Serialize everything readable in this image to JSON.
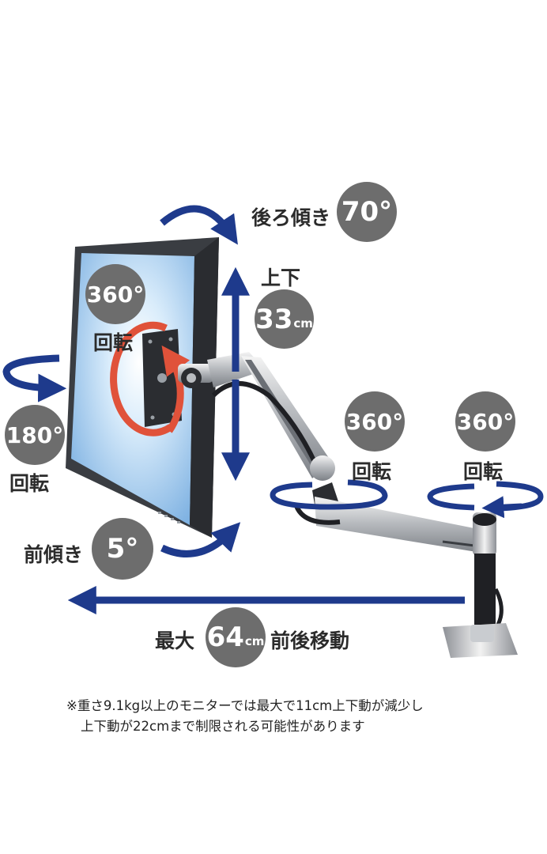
{
  "colors": {
    "arrow": "#1e3a8c",
    "badge": "#6d6d6d",
    "rotate_circle": "#e0523a",
    "monitor_bezel": "#3a3d42",
    "screen": "#bcd8f0"
  },
  "tilt_back": {
    "label": "後ろ傾き",
    "value": "70°"
  },
  "vertical": {
    "label": "上下",
    "value": "33",
    "unit": "cm"
  },
  "screen_rotate": {
    "value": "360°",
    "label": "回転"
  },
  "side_rotate": {
    "value": "180°",
    "label": "回転"
  },
  "arm_rotate": {
    "value": "360°",
    "label": "回転"
  },
  "pole_rotate": {
    "value": "360°",
    "label": "回転"
  },
  "tilt_forward": {
    "label": "前傾き",
    "value": "5°"
  },
  "depth": {
    "prefix": "最大",
    "value": "64",
    "unit": "cm",
    "suffix": "前後移動"
  },
  "note": {
    "line1": "※重さ9.1kg以上のモニターでは最大で11cm上下動が減少し",
    "line2": "上下動が22cmまで制限される可能性があります"
  },
  "icons": [
    "curved-arrow-icon",
    "rotate-arrow-icon",
    "vertical-arrow-icon",
    "horizontal-arrow-icon"
  ]
}
